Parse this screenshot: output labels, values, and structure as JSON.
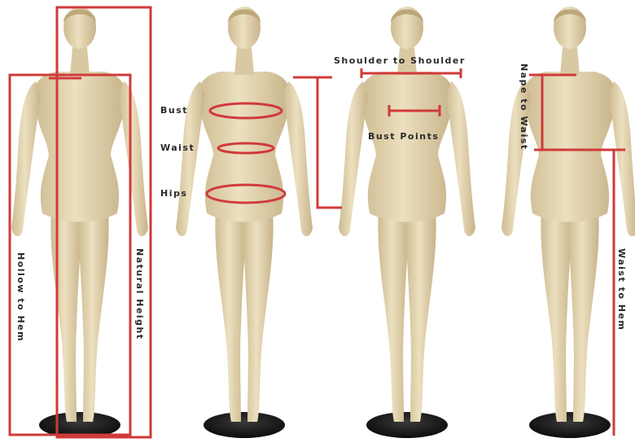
{
  "colors": {
    "background": "#ffffff",
    "mannequin_skin": "#e6d7b0",
    "mannequin_shade": "#c9b68c",
    "measure_line": "#d03a3a",
    "stand": "#1a1a1a",
    "label_text": "#2a2a2a"
  },
  "labels": {
    "hollow_to_hem": "Hollow to Hem",
    "natural_height": "Natural Height",
    "bust": "Bust",
    "waist": "Waist",
    "hips": "Hips",
    "shoulder_to_shoulder": "Shoulder to Shoulder",
    "bust_points": "Bust Points",
    "nape_to_waist": "Nape to Waist",
    "waist_to_hem": "Waist to Hem"
  }
}
